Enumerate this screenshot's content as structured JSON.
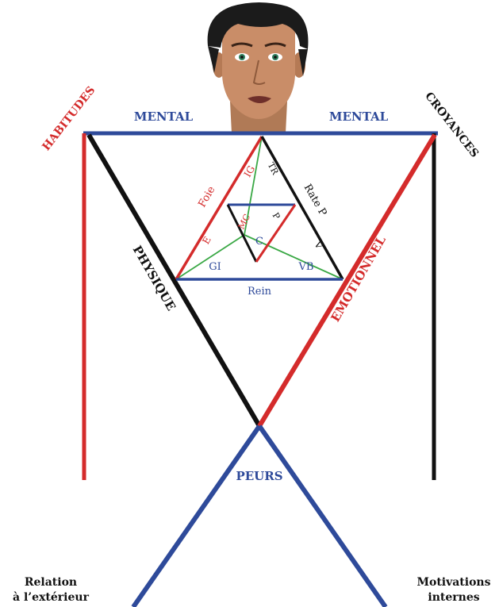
{
  "colors": {
    "blue": "#2e4a9a",
    "red": "#d42b2b",
    "black": "#111111",
    "green": "#3aa845",
    "skin": "#c98d68",
    "hair": "#1b1b1b"
  },
  "portrait": {
    "icon": "human-face-portrait"
  },
  "labels": {
    "mental_left": "MENTAL",
    "mental_right": "MENTAL",
    "habitudes": "HABITUDES",
    "croyances": "CROYANCES",
    "physique": "PHYSIQUE",
    "emotionnel": "EMOTIONNEL",
    "peurs": "PEURS",
    "relation_line1": "Relation",
    "relation_line2": "à l’extérieur",
    "motivations_line1": "Motivations",
    "motivations_line2": "internes"
  },
  "organs": {
    "foie": "Foie",
    "ig": "IG",
    "tr": "TR",
    "rate_p": "Rate P",
    "e": "E",
    "v": "V",
    "gi": "GI",
    "vb": "VB",
    "rein": "Rein",
    "mc": "MC",
    "p": "P",
    "c": "C"
  }
}
